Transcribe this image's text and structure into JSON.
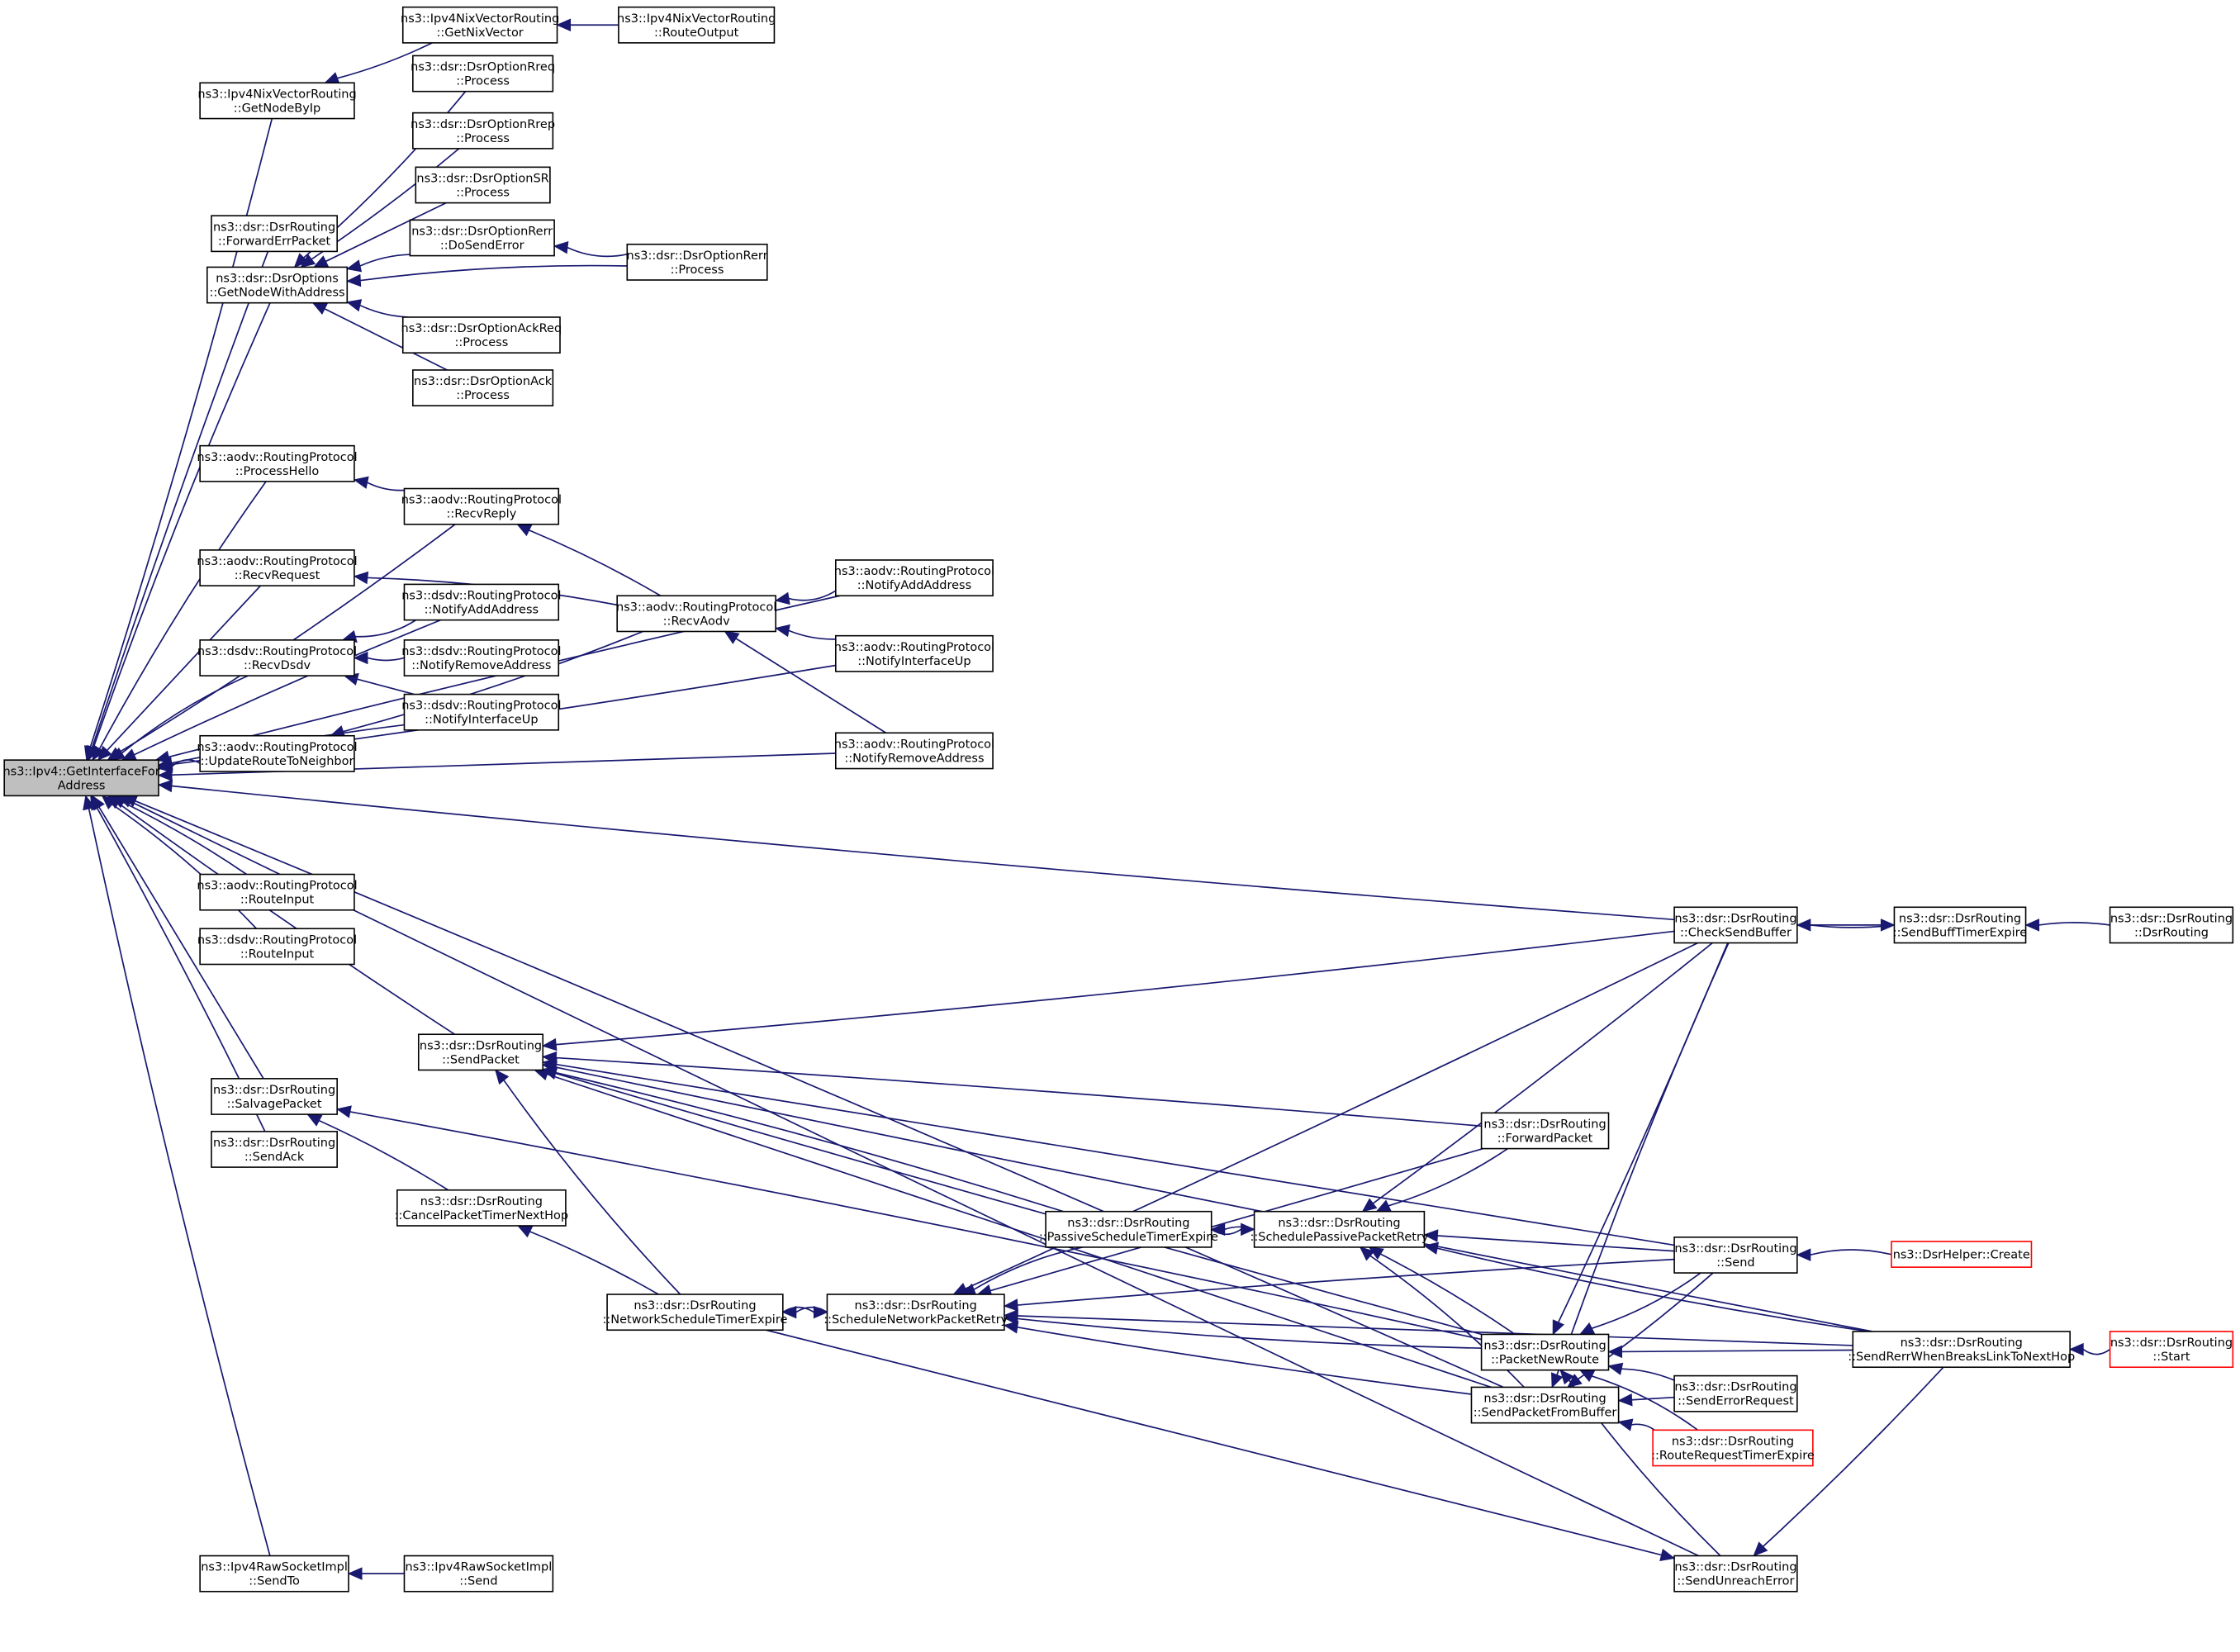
{
  "title": "Caller graph for ns3::Ipv4::GetInterfaceForAddress",
  "colors": {
    "edge": "#191970",
    "root_fill": "#bfbfbf",
    "node_border": "#000000",
    "truncated_border": "#ff0000"
  },
  "nodes": [
    {
      "id": "root",
      "lines": [
        "ns3::Ipv4::GetInterfaceFor",
        "Address"
      ],
      "root": true
    },
    {
      "id": "getNixVector",
      "lines": [
        "ns3::Ipv4NixVectorRouting",
        "::GetNixVector"
      ]
    },
    {
      "id": "routeOutput",
      "lines": [
        "ns3::Ipv4NixVectorRouting",
        "::RouteOutput"
      ]
    },
    {
      "id": "getNodeByIp",
      "lines": [
        "ns3::Ipv4NixVectorRouting",
        "::GetNodeByIp"
      ]
    },
    {
      "id": "rreq",
      "lines": [
        "ns3::dsr::DsrOptionRreq",
        "::Process"
      ]
    },
    {
      "id": "rrep",
      "lines": [
        "ns3::dsr::DsrOptionRrep",
        "::Process"
      ]
    },
    {
      "id": "sr",
      "lines": [
        "ns3::dsr::DsrOptionSR",
        "::Process"
      ]
    },
    {
      "id": "doSendError",
      "lines": [
        "ns3::dsr::DsrOptionRerr",
        "::DoSendError"
      ]
    },
    {
      "id": "rerrProcess",
      "lines": [
        "ns3::dsr::DsrOptionRerr",
        "::Process"
      ]
    },
    {
      "id": "forwardErr",
      "lines": [
        "ns3::dsr::DsrRouting",
        "::ForwardErrPacket"
      ]
    },
    {
      "id": "getNodeWithAddr",
      "lines": [
        "ns3::dsr::DsrOptions",
        "::GetNodeWithAddress"
      ]
    },
    {
      "id": "ackReq",
      "lines": [
        "ns3::dsr::DsrOptionAckReq",
        "::Process"
      ]
    },
    {
      "id": "ack",
      "lines": [
        "ns3::dsr::DsrOptionAck",
        "::Process"
      ]
    },
    {
      "id": "processHello",
      "lines": [
        "ns3::aodv::RoutingProtocol",
        "::ProcessHello"
      ]
    },
    {
      "id": "recvReply",
      "lines": [
        "ns3::aodv::RoutingProtocol",
        "::RecvReply"
      ]
    },
    {
      "id": "recvRequest",
      "lines": [
        "ns3::aodv::RoutingProtocol",
        "::RecvRequest"
      ]
    },
    {
      "id": "recvAodv",
      "lines": [
        "ns3::aodv::RoutingProtocol",
        "::RecvAodv"
      ]
    },
    {
      "id": "aodvNotifyAdd",
      "lines": [
        "ns3::aodv::RoutingProtocol",
        "::NotifyAddAddress"
      ]
    },
    {
      "id": "aodvNotifyIfUp",
      "lines": [
        "ns3::aodv::RoutingProtocol",
        "::NotifyInterfaceUp"
      ]
    },
    {
      "id": "aodvNotifyRemove",
      "lines": [
        "ns3::aodv::RoutingProtocol",
        "::NotifyRemoveAddress"
      ]
    },
    {
      "id": "dsdvNotifyAdd",
      "lines": [
        "ns3::dsdv::RoutingProtocol",
        "::NotifyAddAddress"
      ]
    },
    {
      "id": "recvDsdv",
      "lines": [
        "ns3::dsdv::RoutingProtocol",
        "::RecvDsdv"
      ]
    },
    {
      "id": "dsdvNotifyRemove",
      "lines": [
        "ns3::dsdv::RoutingProtocol",
        "::NotifyRemoveAddress"
      ]
    },
    {
      "id": "dsdvNotifyIfUp",
      "lines": [
        "ns3::dsdv::RoutingProtocol",
        "::NotifyInterfaceUp"
      ]
    },
    {
      "id": "updateRoute",
      "lines": [
        "ns3::aodv::RoutingProtocol",
        "::UpdateRouteToNeighbor"
      ]
    },
    {
      "id": "aodvRouteInput",
      "lines": [
        "ns3::aodv::RoutingProtocol",
        "::RouteInput"
      ]
    },
    {
      "id": "dsdvRouteInput",
      "lines": [
        "ns3::dsdv::RoutingProtocol",
        "::RouteInput"
      ]
    },
    {
      "id": "sendPacket",
      "lines": [
        "ns3::dsr::DsrRouting",
        "::SendPacket"
      ]
    },
    {
      "id": "salvage",
      "lines": [
        "ns3::dsr::DsrRouting",
        "::SalvagePacket"
      ]
    },
    {
      "id": "sendAck",
      "lines": [
        "ns3::dsr::DsrRouting",
        "::SendAck"
      ]
    },
    {
      "id": "cancelTimer",
      "lines": [
        "ns3::dsr::DsrRouting",
        "::CancelPacketTimerNextHop"
      ]
    },
    {
      "id": "netSchedExpire",
      "lines": [
        "ns3::dsr::DsrRouting",
        "::NetworkScheduleTimerExpire"
      ]
    },
    {
      "id": "schedNetRetry",
      "lines": [
        "ns3::dsr::DsrRouting",
        "::ScheduleNetworkPacketRetry"
      ]
    },
    {
      "id": "passiveExpire",
      "lines": [
        "ns3::dsr::DsrRouting",
        "::PassiveScheduleTimerExpire"
      ]
    },
    {
      "id": "schedPassiveRetry",
      "lines": [
        "ns3::dsr::DsrRouting",
        "::SchedulePassivePacketRetry"
      ]
    },
    {
      "id": "forwardPacket",
      "lines": [
        "ns3::dsr::DsrRouting",
        "::ForwardPacket"
      ]
    },
    {
      "id": "checkSendBuffer",
      "lines": [
        "ns3::dsr::DsrRouting",
        "::CheckSendBuffer"
      ]
    },
    {
      "id": "sendBuffExpire",
      "lines": [
        "ns3::dsr::DsrRouting",
        "::SendBuffTimerExpire"
      ]
    },
    {
      "id": "dsrRoutingCtor",
      "lines": [
        "ns3::dsr::DsrRouting",
        "::DsrRouting"
      ]
    },
    {
      "id": "send",
      "lines": [
        "ns3::dsr::DsrRouting",
        "::Send"
      ]
    },
    {
      "id": "helperCreate",
      "lines": [
        "ns3::DsrHelper::Create"
      ],
      "truncated": true
    },
    {
      "id": "packetNewRoute",
      "lines": [
        "ns3::dsr::DsrRouting",
        "::PacketNewRoute"
      ]
    },
    {
      "id": "sendFromBuffer",
      "lines": [
        "ns3::dsr::DsrRouting",
        "::SendPacketFromBuffer"
      ]
    },
    {
      "id": "sendErrorRequest",
      "lines": [
        "ns3::dsr::DsrRouting",
        "::SendErrorRequest"
      ]
    },
    {
      "id": "routeReqExpire",
      "lines": [
        "ns3::dsr::DsrRouting",
        "::RouteRequestTimerExpire"
      ],
      "truncated": true
    },
    {
      "id": "sendRerrBreaks",
      "lines": [
        "ns3::dsr::DsrRouting",
        "::SendRerrWhenBreaksLinkToNextHop"
      ]
    },
    {
      "id": "start",
      "lines": [
        "ns3::dsr::DsrRouting",
        "::Start"
      ],
      "truncated": true
    },
    {
      "id": "sendUnreach",
      "lines": [
        "ns3::dsr::DsrRouting",
        "::SendUnreachError"
      ]
    },
    {
      "id": "rawSendTo",
      "lines": [
        "ns3::Ipv4RawSocketImpl",
        "::SendTo"
      ]
    },
    {
      "id": "rawSend",
      "lines": [
        "ns3::Ipv4RawSocketImpl",
        "::Send"
      ]
    }
  ],
  "edges": [
    [
      "getNodeByIp",
      "root"
    ],
    [
      "getNixVector",
      "getNodeByIp"
    ],
    [
      "routeOutput",
      "getNixVector"
    ],
    [
      "forwardErr",
      "root"
    ],
    [
      "getNodeWithAddr",
      "root"
    ],
    [
      "rreq",
      "getNodeWithAddr"
    ],
    [
      "rrep",
      "getNodeWithAddr"
    ],
    [
      "sr",
      "getNodeWithAddr"
    ],
    [
      "doSendError",
      "getNodeWithAddr"
    ],
    [
      "rerrProcess",
      "getNodeWithAddr"
    ],
    [
      "rerrProcess",
      "doSendError"
    ],
    [
      "ackReq",
      "getNodeWithAddr"
    ],
    [
      "ack",
      "getNodeWithAddr"
    ],
    [
      "aodvNotifyAdd",
      "root"
    ],
    [
      "processHello",
      "root"
    ],
    [
      "recvReply",
      "root"
    ],
    [
      "recvReply",
      "processHello"
    ],
    [
      "recvRequest",
      "root"
    ],
    [
      "recvAodv",
      "recvReply"
    ],
    [
      "recvAodv",
      "recvRequest"
    ],
    [
      "aodvNotifyAdd",
      "recvAodv"
    ],
    [
      "aodvNotifyIfUp",
      "recvAodv"
    ],
    [
      "aodvNotifyRemove",
      "recvAodv"
    ],
    [
      "dsdvNotifyAdd",
      "root"
    ],
    [
      "recvDsdv",
      "root"
    ],
    [
      "dsdvNotifyAdd",
      "recvDsdv"
    ],
    [
      "dsdvNotifyRemove",
      "recvDsdv"
    ],
    [
      "dsdvNotifyIfUp",
      "recvDsdv"
    ],
    [
      "dsdvNotifyIfUp",
      "root"
    ],
    [
      "updateRoute",
      "root"
    ],
    [
      "recvAodv",
      "updateRoute"
    ],
    [
      "aodvNotifyIfUp",
      "root"
    ],
    [
      "aodvNotifyRemove",
      "root"
    ],
    [
      "aodvRouteInput",
      "root"
    ],
    [
      "dsdvRouteInput",
      "root"
    ],
    [
      "checkSendBuffer",
      "root"
    ],
    [
      "sendPacket",
      "root"
    ],
    [
      "salvage",
      "root"
    ],
    [
      "sendAck",
      "root"
    ],
    [
      "sendFromBuffer",
      "root"
    ],
    [
      "rawSendTo",
      "root"
    ],
    [
      "sendUnreach",
      "root"
    ],
    [
      "rawSend",
      "rawSendTo"
    ],
    [
      "cancelTimer",
      "salvage"
    ],
    [
      "packetNewRoute",
      "salvage"
    ],
    [
      "checkSendBuffer",
      "sendPacket"
    ],
    [
      "sendRerrBreaks",
      "sendPacket"
    ],
    [
      "send",
      "sendPacket"
    ],
    [
      "forwardPacket",
      "sendPacket"
    ],
    [
      "passiveExpire",
      "sendPacket"
    ],
    [
      "netSchedExpire",
      "sendPacket"
    ],
    [
      "packetNewRoute",
      "sendPacket"
    ],
    [
      "sendFromBuffer",
      "sendPacket"
    ],
    [
      "netSchedExpire",
      "cancelTimer"
    ],
    [
      "schedNetRetry",
      "netSchedExpire"
    ],
    [
      "netSchedExpire",
      "schedNetRetry"
    ],
    [
      "checkSendBuffer",
      "schedNetRetry"
    ],
    [
      "forwardPacket",
      "schedNetRetry"
    ],
    [
      "send",
      "schedNetRetry"
    ],
    [
      "passiveExpire",
      "schedNetRetry"
    ],
    [
      "packetNewRoute",
      "schedNetRetry"
    ],
    [
      "sendFromBuffer",
      "schedNetRetry"
    ],
    [
      "sendRerrBreaks",
      "schedNetRetry"
    ],
    [
      "schedPassiveRetry",
      "passiveExpire"
    ],
    [
      "passiveExpire",
      "schedPassiveRetry"
    ],
    [
      "forwardPacket",
      "schedPassiveRetry"
    ],
    [
      "checkSendBuffer",
      "schedPassiveRetry"
    ],
    [
      "send",
      "schedPassiveRetry"
    ],
    [
      "packetNewRoute",
      "schedPassiveRetry"
    ],
    [
      "sendFromBuffer",
      "schedPassiveRetry"
    ],
    [
      "sendRerrBreaks",
      "schedPassiveRetry"
    ],
    [
      "sendBuffExpire",
      "checkSendBuffer"
    ],
    [
      "checkSendBuffer",
      "sendBuffExpire"
    ],
    [
      "dsrRoutingCtor",
      "sendBuffExpire"
    ],
    [
      "helperCreate",
      "send"
    ],
    [
      "send",
      "packetNewRoute"
    ],
    [
      "checkSendBuffer",
      "packetNewRoute"
    ],
    [
      "sendRerrBreaks",
      "packetNewRoute"
    ],
    [
      "sendErrorRequest",
      "packetNewRoute"
    ],
    [
      "routeReqExpire",
      "packetNewRoute"
    ],
    [
      "sendUnreach",
      "packetNewRoute"
    ],
    [
      "send",
      "sendFromBuffer"
    ],
    [
      "sendErrorRequest",
      "sendFromBuffer"
    ],
    [
      "routeReqExpire",
      "sendFromBuffer"
    ],
    [
      "checkSendBuffer",
      "sendFromBuffer"
    ],
    [
      "start",
      "sendRerrBreaks"
    ],
    [
      "sendRerrBreaks",
      "sendUnreach"
    ],
    [
      "netSchedExpire",
      "sendUnreach"
    ]
  ]
}
